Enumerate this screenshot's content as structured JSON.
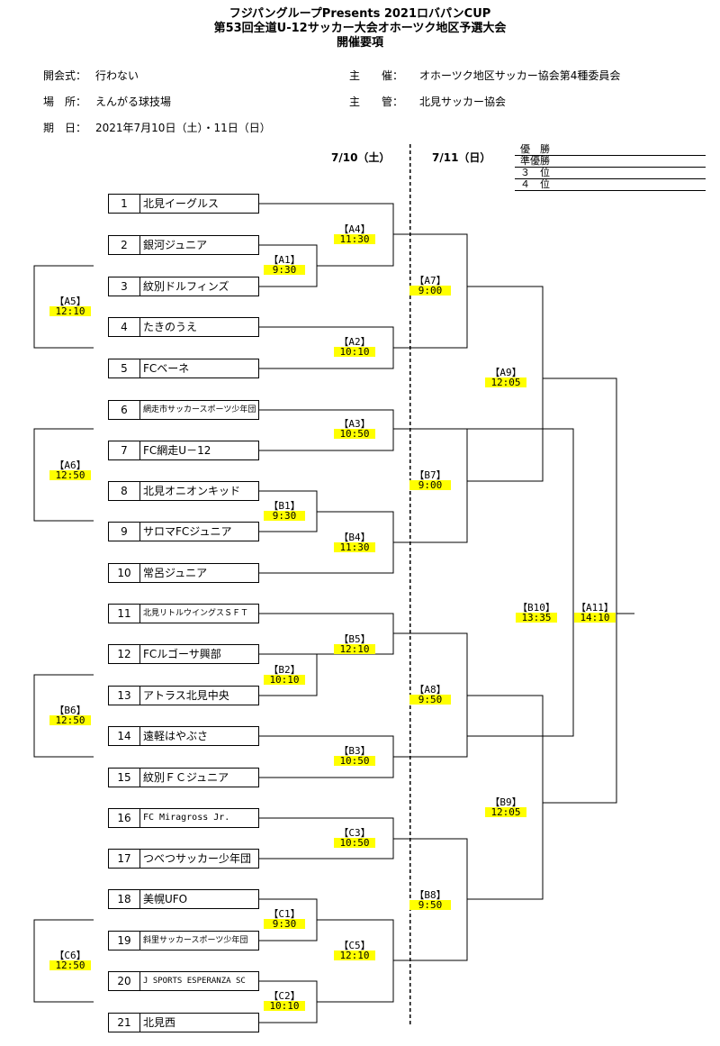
{
  "title": {
    "line1": "フジパングループPresents 2021ロバパンCUP",
    "line2": "第53回全道U-12サッカー大会オホーツク地区予選大会",
    "line3": "開催要項"
  },
  "info": {
    "opening_label": "開会式：",
    "opening_value": "行わない",
    "venue_label": "場　所：",
    "venue_value": "えんがる球技場",
    "dates_label": "期　日：",
    "dates_value": "2021年7月10日（土）・11日（日）",
    "host_label": "主　　催：",
    "host_value": "オホーツク地区サッカー協会第4種委員会",
    "manager_label": "主　　管：",
    "manager_value": "北見サッカー協会"
  },
  "days": {
    "day1": "7/10（土）",
    "day2": "7/11（日）"
  },
  "ranks": [
    "優　勝",
    "準優勝",
    "３　位",
    "４　位"
  ],
  "teams": [
    {
      "no": "1",
      "name": "北見イーグルス"
    },
    {
      "no": "2",
      "name": "銀河ジュニア"
    },
    {
      "no": "3",
      "name": "紋別ドルフィンズ"
    },
    {
      "no": "4",
      "name": "たきのうえ"
    },
    {
      "no": "5",
      "name": "FCベーネ"
    },
    {
      "no": "6",
      "name": "網走市サッカースポーツ少年団"
    },
    {
      "no": "7",
      "name": "FC網走U－12"
    },
    {
      "no": "8",
      "name": "北見オニオンキッド"
    },
    {
      "no": "9",
      "name": "サロマFCジュニア"
    },
    {
      "no": "10",
      "name": "常呂ジュニア"
    },
    {
      "no": "11",
      "name": "北見リトルウイングスＳＦＴ"
    },
    {
      "no": "12",
      "name": "FCルゴーサ興部"
    },
    {
      "no": "13",
      "name": "アトラス北見中央"
    },
    {
      "no": "14",
      "name": "遠軽はやぶさ"
    },
    {
      "no": "15",
      "name": "紋別ＦＣジュニア"
    },
    {
      "no": "16",
      "name": "FC Miragross Jr."
    },
    {
      "no": "17",
      "name": "つべつサッカー少年団"
    },
    {
      "no": "18",
      "name": "美幌UFO"
    },
    {
      "no": "19",
      "name": "斜里サッカースポーツ少年団"
    },
    {
      "no": "20",
      "name": "J SPORTS ESPERANZA SC"
    },
    {
      "no": "21",
      "name": "北見西"
    }
  ],
  "matches": {
    "A1": {
      "code": "【A1】",
      "time": "9:30"
    },
    "A2": {
      "code": "【A2】",
      "time": "10:10"
    },
    "A3": {
      "code": "【A3】",
      "time": "10:50"
    },
    "A4": {
      "code": "【A4】",
      "time": "11:30"
    },
    "A5": {
      "code": "【A5】",
      "time": "12:10"
    },
    "A6": {
      "code": "【A6】",
      "time": "12:50"
    },
    "A7": {
      "code": "【A7】",
      "time": "9:00"
    },
    "A8": {
      "code": "【A8】",
      "time": "9:50"
    },
    "A9": {
      "code": "【A9】",
      "time": "12:05"
    },
    "A11": {
      "code": "【A11】",
      "time": "14:10"
    },
    "B1": {
      "code": "【B1】",
      "time": "9:30"
    },
    "B2": {
      "code": "【B2】",
      "time": "10:10"
    },
    "B3": {
      "code": "【B3】",
      "time": "10:50"
    },
    "B4": {
      "code": "【B4】",
      "time": "11:30"
    },
    "B5": {
      "code": "【B5】",
      "time": "12:10"
    },
    "B6": {
      "code": "【B6】",
      "time": "12:50"
    },
    "B7": {
      "code": "【B7】",
      "time": "9:00"
    },
    "B8": {
      "code": "【B8】",
      "time": "9:50"
    },
    "B9": {
      "code": "【B9】",
      "time": "12:05"
    },
    "B10": {
      "code": "【B10】",
      "time": "13:35"
    },
    "C1": {
      "code": "【C1】",
      "time": "9:30"
    },
    "C2": {
      "code": "【C2】",
      "time": "10:10"
    },
    "C3": {
      "code": "【C3】",
      "time": "10:50"
    },
    "C5": {
      "code": "【C5】",
      "time": "12:10"
    },
    "C6": {
      "code": "【C6】",
      "time": "12:50"
    }
  },
  "colors": {
    "time_highlight": "#ffff00",
    "line": "#000000"
  }
}
